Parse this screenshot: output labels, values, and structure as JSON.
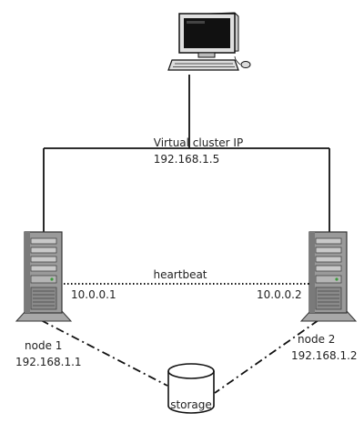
{
  "cluster": {
    "title": "Virtual cluster IP",
    "ip": "192.168.1.5"
  },
  "heartbeat": {
    "label": "heartbeat",
    "node1_ip": "10.0.0.1",
    "node2_ip": "10.0.0.2"
  },
  "node1": {
    "name": "node 1",
    "ip": "192.168.1.1"
  },
  "node2": {
    "name": "node 2",
    "ip": "192.168.1.2"
  },
  "storage": {
    "label": "storage"
  },
  "icons": {
    "client": "desktop-computer-icon",
    "server": "tower-server-icon",
    "storage": "storage-cylinder-icon"
  },
  "colors": {
    "line": "#111111",
    "server_body": "#9a9a9a",
    "server_dark": "#555555",
    "monitor_screen": "#111111",
    "label": "#222222"
  }
}
